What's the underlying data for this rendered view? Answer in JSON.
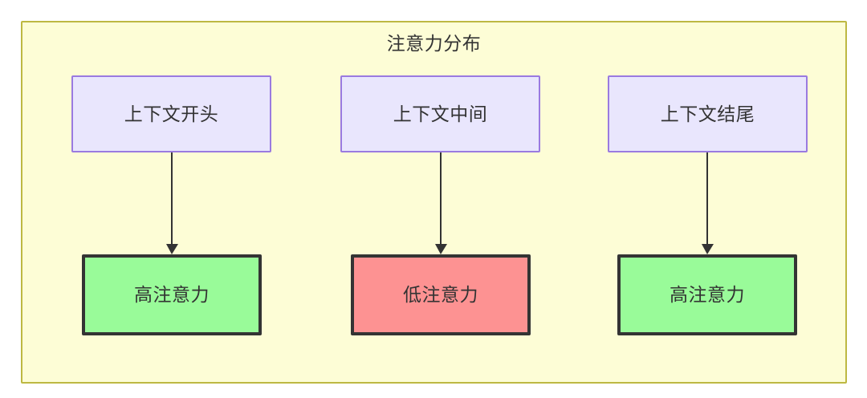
{
  "diagram": {
    "title": "注意力分布",
    "container": {
      "fill": "#fdfdd6",
      "border": "#bdb842"
    },
    "nodes": {
      "context": [
        {
          "id": "ctx-start",
          "label": "上下文开头",
          "fill": "#e9e6fd",
          "border": "#9a7ae0"
        },
        {
          "id": "ctx-mid",
          "label": "上下文中间",
          "fill": "#e9e6fd",
          "border": "#9a7ae0"
        },
        {
          "id": "ctx-end",
          "label": "上下文结尾",
          "fill": "#e9e6fd",
          "border": "#9a7ae0"
        }
      ],
      "attention": [
        {
          "id": "attn-start",
          "label": "高注意力",
          "fill": "#99fb99",
          "border": "#343434"
        },
        {
          "id": "attn-mid",
          "label": "低注意力",
          "fill": "#fd9292",
          "border": "#343434"
        },
        {
          "id": "attn-end",
          "label": "高注意力",
          "fill": "#99fb99",
          "border": "#343434"
        }
      ]
    },
    "edges": [
      {
        "from": "ctx-start",
        "to": "attn-start",
        "color": "#333333"
      },
      {
        "from": "ctx-mid",
        "to": "attn-mid",
        "color": "#333333"
      },
      {
        "from": "ctx-end",
        "to": "attn-end",
        "color": "#333333"
      }
    ]
  }
}
